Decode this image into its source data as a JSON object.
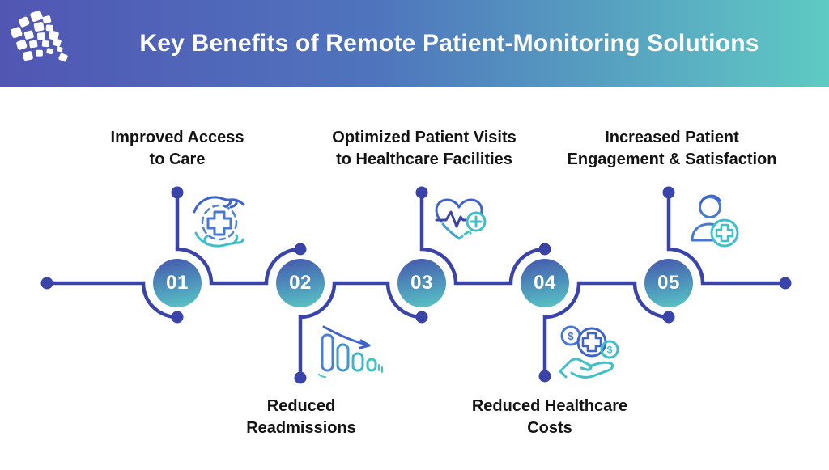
{
  "header": {
    "title": "Key Benefits of Remote Patient-Monitoring Solutions",
    "logo_name": "mosaic-cubes-logo",
    "gradient_start": "#5156b3",
    "gradient_end": "#5ecac3"
  },
  "colors": {
    "line_indigo": "#3a44a8",
    "circle_gradient_top": "#4760ae",
    "circle_gradient_bottom": "#5bc8c4",
    "icon_blue": "#3e63cc",
    "icon_teal": "#3fbfc7",
    "label_text": "#131313",
    "background": "#ffffff"
  },
  "timeline": {
    "steps": [
      {
        "number": "01",
        "icon": "care-hands-cross-icon",
        "label_position": "top",
        "lines": [
          "Improved Access",
          "to Care"
        ]
      },
      {
        "number": "02",
        "icon": "declining-bar-chart-icon",
        "label_position": "bottom",
        "lines": [
          "Reduced",
          "Readmissions"
        ]
      },
      {
        "number": "03",
        "icon": "heart-ecg-plus-icon",
        "label_position": "top",
        "lines": [
          "Optimized Patient Visits",
          "to Healthcare Facilities"
        ]
      },
      {
        "number": "04",
        "icon": "hand-money-cross-icon",
        "label_position": "bottom",
        "lines": [
          "Reduced Healthcare",
          "Costs"
        ]
      },
      {
        "number": "05",
        "icon": "patient-plus-icon",
        "label_position": "top",
        "lines": [
          "Increased Patient",
          "Engagement & Satisfaction"
        ]
      }
    ]
  },
  "icons": {
    "dollar_symbol": "$"
  }
}
